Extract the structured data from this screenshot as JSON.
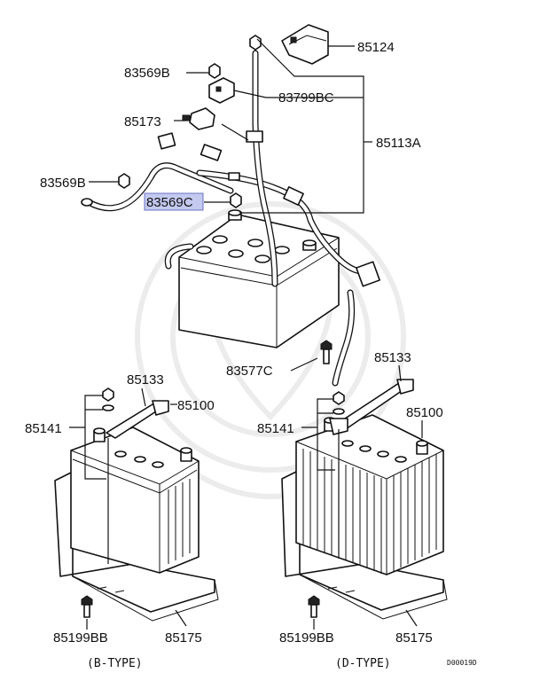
{
  "labels": {
    "p85124": "85124",
    "p83569B_top": "83569B",
    "p83799BC": "83799BC",
    "p85173": "85173",
    "p85113A": "85113A",
    "p83569B_left": "83569B",
    "p83569C": "83569C",
    "p83577C": "83577C",
    "b_85133": "85133",
    "b_85141": "85141",
    "b_85100": "85100",
    "b_85199BB": "85199BB",
    "b_85175": "85175",
    "d_85133": "85133",
    "d_85141": "85141",
    "d_85100": "85100",
    "d_85199BB": "85199BB",
    "d_85175": "85175"
  },
  "captions": {
    "b_type": "(B-TYPE)",
    "d_type": "(D-TYPE)",
    "code": "D00019D"
  },
  "colors": {
    "highlight": "#c3c9ef",
    "ink": "#111111"
  }
}
